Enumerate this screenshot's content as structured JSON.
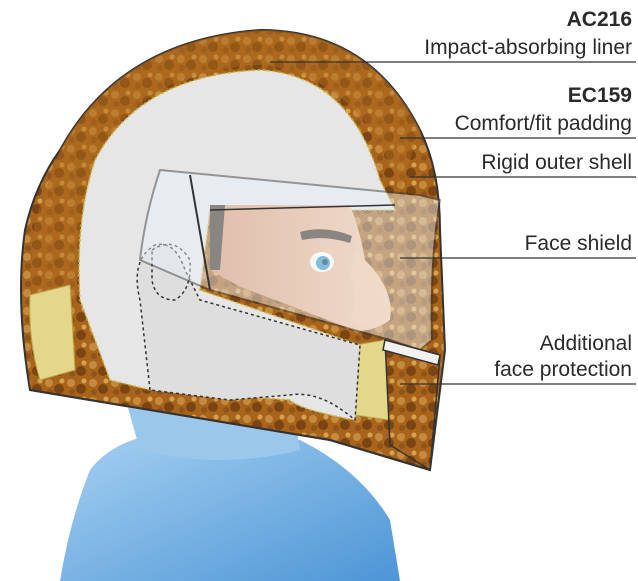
{
  "labels": {
    "ac216": "AC216",
    "liner": "Impact-absorbing liner",
    "ec159": "EC159",
    "padding": "Comfort/fit padding",
    "shell": "Rigid outer shell",
    "shield": "Face shield",
    "additional_1": "Additional",
    "additional_2": "face protection"
  },
  "colors": {
    "liner_fill": "#a8641a",
    "liner_dark": "#6b3a0e",
    "padding_fill": "#e4d68a",
    "shell_interior": "#e6e6e6",
    "skin": "#f0b88c",
    "shirt": "#6faee3",
    "eye": "#2a8fc9",
    "line": "#333333"
  }
}
